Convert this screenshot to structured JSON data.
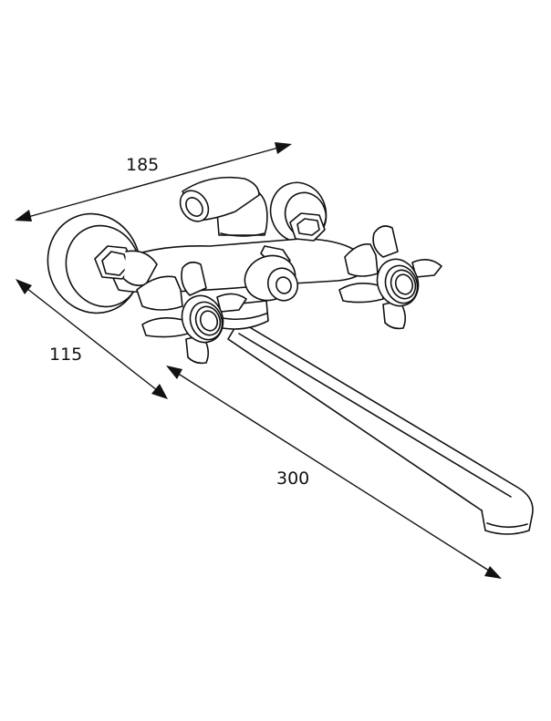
{
  "dimensions": {
    "width": {
      "label": "185"
    },
    "depth": {
      "label": "115"
    },
    "spout": {
      "label": "300"
    }
  },
  "colors": {
    "line": "#111111",
    "background": "#ffffff"
  }
}
